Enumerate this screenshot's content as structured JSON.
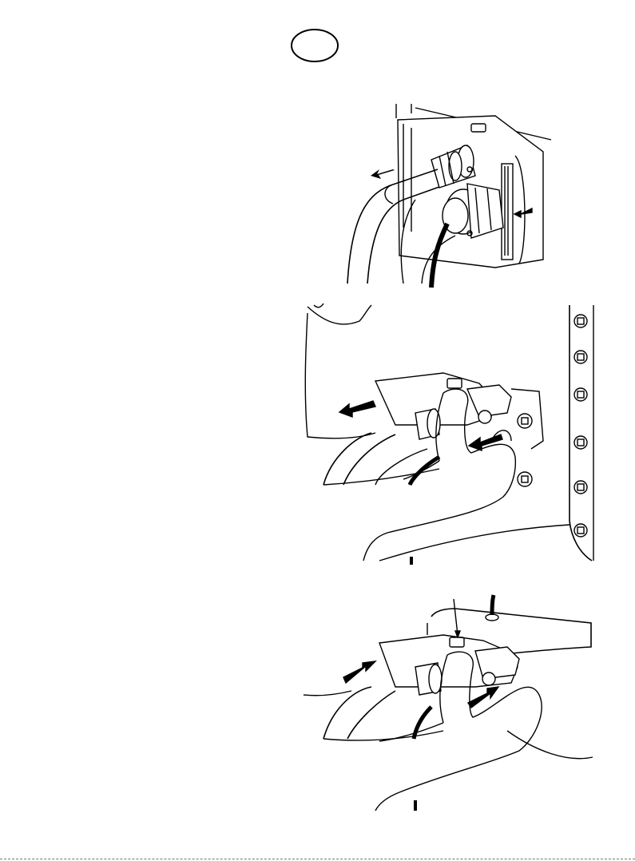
{
  "page": {
    "badge_text": "",
    "figures": [
      {
        "id": "step-1",
        "depicts": "hose-couplings-on-manifold-block",
        "arrows": 2
      },
      {
        "id": "step-2",
        "depicts": "hand-releasing-coupling-latch",
        "arrows": 2
      },
      {
        "id": "step-3",
        "depicts": "hand-reconnecting-coupling-latch",
        "arrows": 2,
        "pointer_lines": 1
      }
    ],
    "colors": {
      "ink": "#000000",
      "paper": "#ffffff",
      "rule": "#777777"
    }
  }
}
